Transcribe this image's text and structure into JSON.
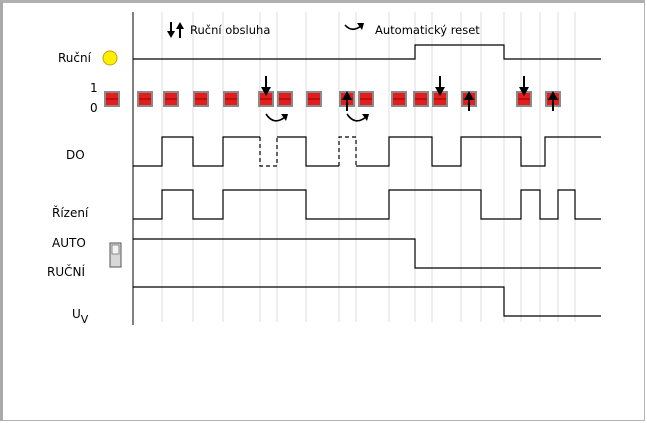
{
  "legend": {
    "manual": "Ruční obsluha",
    "auto_reset": "Automatický reset"
  },
  "rows": {
    "manual_lamp": "Ruční",
    "switch_on": "1",
    "switch_off": "0",
    "do": "DO",
    "control": "Řízení",
    "mode_auto": "AUTO",
    "mode_manual": "RUČNÍ",
    "uv_main": "U",
    "uv_sub": "V"
  },
  "colors": {
    "lamp": "#ffef00",
    "switch_body": "#e51c1c",
    "switch_frame": "#7f7f7f",
    "grid": "#dcdcdc"
  }
}
